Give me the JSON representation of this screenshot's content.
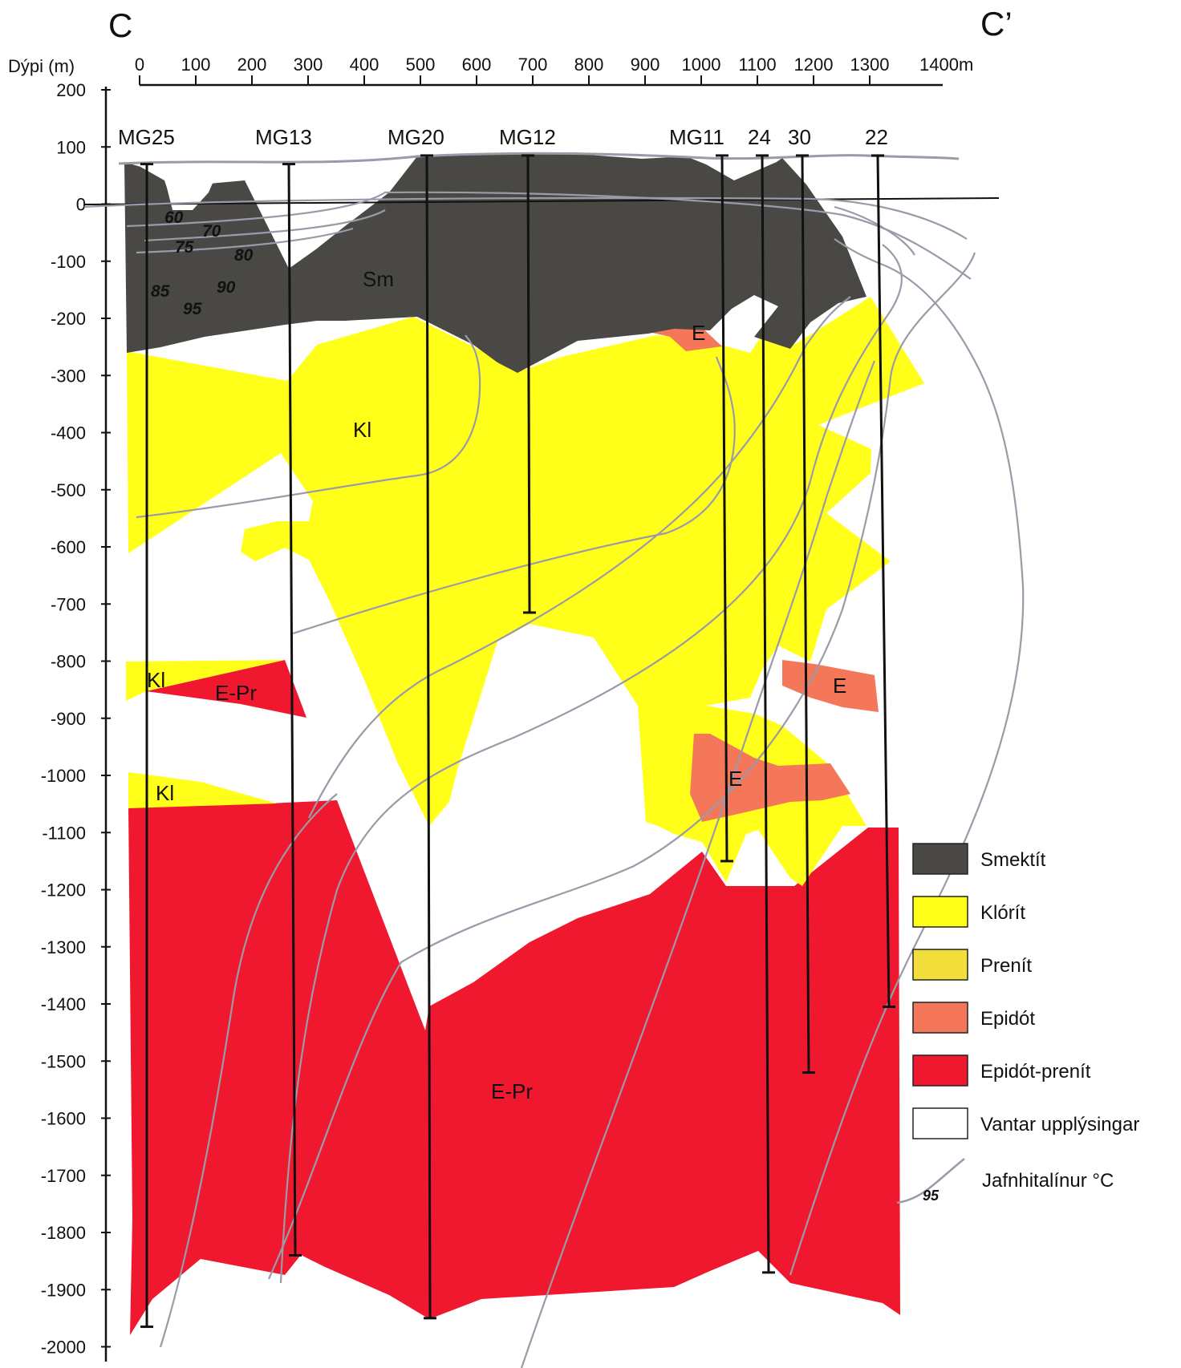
{
  "section": {
    "left_label": "C",
    "right_label": "C’"
  },
  "depth_axis": {
    "label": "Dýpi (m)",
    "ticks": [
      "200",
      "100",
      "0",
      "-100",
      "-200",
      "-300",
      "-400",
      "-500",
      "-600",
      "-700",
      "-800",
      "-900",
      "-1000",
      "-1100",
      "-1200",
      "-1300",
      "-1400",
      "-1500",
      "-1600",
      "-1700",
      "-1800",
      "-1900",
      "-2000"
    ]
  },
  "distance_axis": {
    "ticks": [
      "0",
      "100",
      "200",
      "300",
      "400",
      "500",
      "600",
      "700",
      "800",
      "900",
      "1000",
      "1100",
      "1200",
      "1300",
      "1400m"
    ]
  },
  "wells": [
    {
      "name": "MG25",
      "top_m": 70,
      "bottom_m": -1965
    },
    {
      "name": "MG13",
      "top_m": 70,
      "bottom_m": -1840
    },
    {
      "name": "MG20",
      "top_m": 85,
      "bottom_m": -1950
    },
    {
      "name": "MG12",
      "top_m": 85,
      "bottom_m": -715
    },
    {
      "name": "MG11",
      "top_m": 85,
      "bottom_m": -1150
    },
    {
      "name": "24",
      "top_m": 85,
      "bottom_m": -1870
    },
    {
      "name": "30",
      "top_m": 85,
      "bottom_m": -1520
    },
    {
      "name": "22",
      "top_m": 85,
      "bottom_m": -1405
    }
  ],
  "zone_labels": {
    "sm": "Sm",
    "kl_main": "Kl",
    "kl_left_upper": "Kl",
    "kl_left_lower": "Kl",
    "epr_left": "E-Pr",
    "epr_main": "E-Pr",
    "e_top": "E",
    "e_mid": "E",
    "e_right": "E"
  },
  "isotherm_labels": [
    "60",
    "70",
    "75",
    "80",
    "85",
    "90",
    "95"
  ],
  "legend": [
    {
      "label": "Smektít",
      "color": "#4a4845"
    },
    {
      "label": "Klórít",
      "color": "#ffff1a"
    },
    {
      "label": "Prenít",
      "color": "#f2de3a"
    },
    {
      "label": "Epidót",
      "color": "#f5775a"
    },
    {
      "label": "Epidót-prenít",
      "color": "#f0182f"
    },
    {
      "label": "Vantar upplýsingar",
      "color": "#ffffff"
    }
  ],
  "legend_isotherm": {
    "value": "95",
    "label": "Jafnhitalínur °C"
  },
  "colors": {
    "smektit": "#4a4845",
    "klorit": "#ffff1a",
    "epidot": "#f5775a",
    "epidot_prenit": "#f0182f",
    "isotherm": "#9a9aa8",
    "well": "#111111"
  }
}
